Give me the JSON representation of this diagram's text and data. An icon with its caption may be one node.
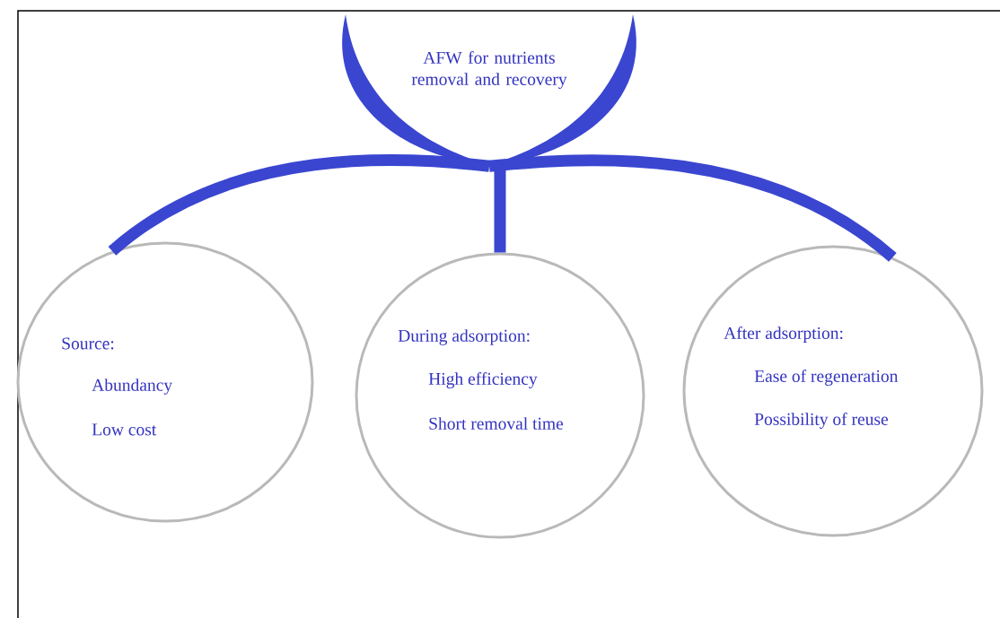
{
  "diagram": {
    "nodes": [
      {
        "text": [
          "AFW for nutrients removal and recovery"
        ]
      },
      {
        "text": [
          "Source:",
          "Abundancy",
          "Low cost"
        ]
      },
      {
        "text": [
          "During adsorption:",
          "High efficiency",
          "Short removal time"
        ]
      },
      {
        "text": [
          "After adsorption:",
          "Ease of regeneration",
          "Possibility of reuse"
        ]
      }
    ],
    "edges": [
      {
        "from": 0,
        "to": 1,
        "arrow": "none"
      },
      {
        "from": 0,
        "to": 2,
        "arrow": "none"
      },
      {
        "from": 0,
        "to": 3,
        "arrow": "none"
      }
    ]
  }
}
